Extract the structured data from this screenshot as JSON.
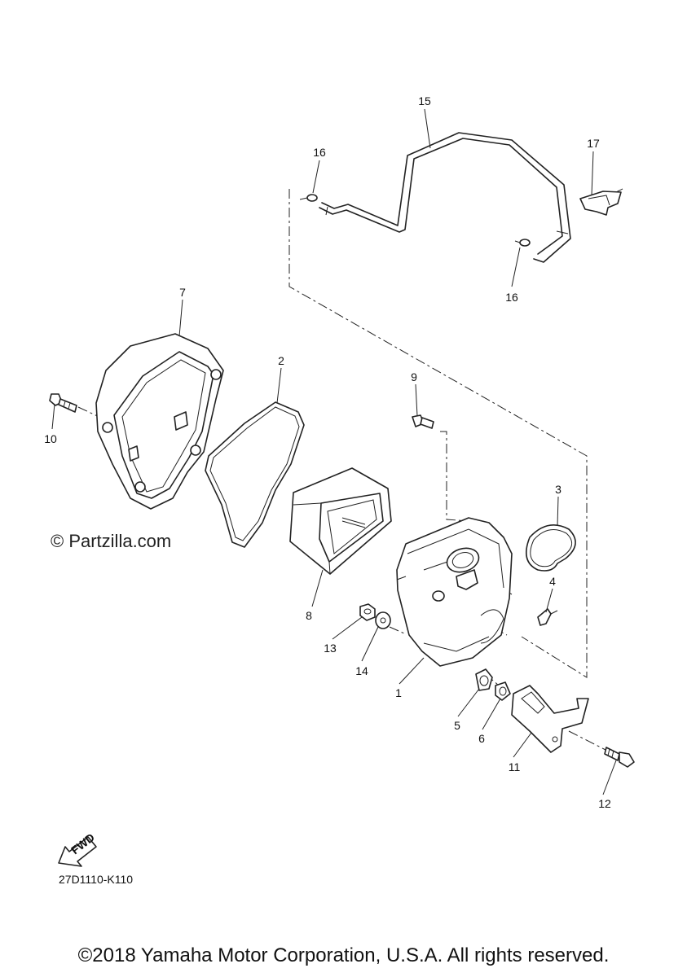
{
  "watermark": "© Partzilla.com",
  "diagram_code": "27D1110-K110",
  "copyright": "©2018 Yamaha Motor Corporation, U.S.A. All rights reserved.",
  "fwd_label": "FWD",
  "callouts": {
    "c1": "1",
    "c2": "2",
    "c3": "3",
    "c4": "4",
    "c5": "5",
    "c6": "6",
    "c7": "7",
    "c8": "8",
    "c9": "9",
    "c10": "10",
    "c11": "11",
    "c12": "12",
    "c13": "13",
    "c14": "14",
    "c15": "15",
    "c16a": "16",
    "c16b": "16",
    "c17": "17"
  }
}
